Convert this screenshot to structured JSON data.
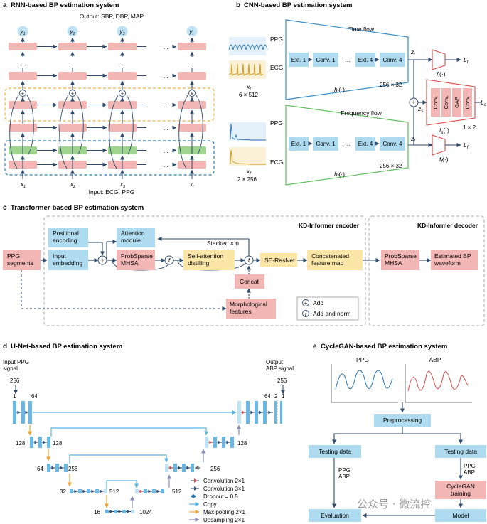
{
  "colors": {
    "pink": "#f2b7b5",
    "pinkStroke": "#d9807c",
    "green": "#9fd48f",
    "blue": "#bfe3f4",
    "blueBox": "#aedbf0",
    "yellow": "#fbe6a8",
    "arrow": "#2f4a6b",
    "orangeDash": "#f0b24a",
    "blueDash": "#2d7bb0",
    "timeFlow": "#3a8fc9",
    "freqFlow": "#5bbf5b",
    "headRed": "#d94b4b"
  },
  "panelA": {
    "label": "a",
    "title": "RNN-based BP estimation system",
    "output": "Output: SBP, DBP, MAP",
    "input": "Input: ECG, PPG",
    "ylabels": [
      "y",
      "y",
      "y",
      "y"
    ],
    "ysubs": [
      "1",
      "2",
      "3",
      "t"
    ],
    "xlabels": [
      "x",
      "x",
      "x",
      "x"
    ],
    "xsubs": [
      "1",
      "2",
      "3",
      "t"
    ],
    "dots": "..."
  },
  "panelB": {
    "label": "b",
    "title": "CNN-based BP estimation system",
    "timeFlow": "Time flow",
    "freqFlow": "Frequency flow",
    "ppg": "PPG",
    "ecg": "ECG",
    "xt": "x",
    "xtSub": "t",
    "xf": "x",
    "xfSub": "f",
    "dimTop": "6 × 512",
    "dimTopRight": "256 × 32",
    "dimBot": "2 × 256",
    "dimBotRight": "256 × 32",
    "blocks": [
      "Ext. 1",
      "Conv. 1",
      "...",
      "Ext. 4",
      "Conv. 4"
    ],
    "ht": "h",
    "htSub": "t",
    "hf": "h",
    "hfSub": "f",
    "fn": "(·)",
    "zt": "z",
    "ztSub": "t",
    "zf": "z",
    "zfSub": "f",
    "zs": "z",
    "zsSub": "s",
    "plus": "+",
    "ft": "f",
    "ftSub": "t",
    "ff": "f",
    "ffSub": "f",
    "fs": "f",
    "fsSub": "s",
    "Lt": "L",
    "LtSub": "t",
    "Lf": "L",
    "LfSub": "f",
    "Ls": "L",
    "LsSub": "s",
    "headBlocks": [
      "Conv.",
      "Conv.",
      "GAP",
      "Conv."
    ],
    "headDim": "1 × 2"
  },
  "panelC": {
    "label": "c",
    "title": "Transformer-based BP estimation system",
    "encoderTitle": "KD-Informer encoder",
    "decoderTitle": "KD-Informer decoder",
    "ppg": "PPG\nsegments",
    "posEnc": "Positional\nencoding",
    "inputEmb": "Input\nembedding",
    "attnMod": "Attention\nmodule",
    "probSparse": "ProbSparse\nMHSA",
    "selfAttn": "Self-attention\ndistilling",
    "stacked": "Stacked × n",
    "seResNet": "SE-ResNet",
    "concatFeat": "Concatenated\nfeature map",
    "concat": "Concat",
    "morph": "Morphological\nfeatures",
    "decProb": "ProbSparse\nMHSA",
    "estWave": "Estimated BP\nwaveform",
    "legendAdd": "Add",
    "legendAddNorm": "Add and norm",
    "plus": "+",
    "f": "f"
  },
  "panelD": {
    "label": "d",
    "title": "U-Net-based BP estimation system",
    "inputTitle": "Input PPG\nsignal",
    "outputTitle": "Output\nABP signal",
    "n256": "256",
    "n1": "1",
    "n64": "64",
    "n128": "128",
    "n256b": "256",
    "n32": "32",
    "n512": "512",
    "n16": "16",
    "n1024": "1024",
    "n64r": "64",
    "n2": "2",
    "n1r": "1",
    "n256r": "256",
    "legend": [
      "Convolution 2×1",
      "Convolution 3×1",
      "Dropout = 0.5",
      "Copy",
      "Max pooling 2×1",
      "Upsampling 2×1"
    ]
  },
  "panelE": {
    "label": "e",
    "title": "CycleGAN-based BP estimation system",
    "ppg": "PPG",
    "abp": "ABP",
    "preprocessing": "Preprocessing",
    "testingL": "Testing data",
    "testingR": "Testing data",
    "ppgabpL": "PPG\nABP",
    "ppgabpR": "PPG\nABP",
    "cyclegan": "CycleGAN\ntraining",
    "evaluation": "Evaluation",
    "model": "Model"
  },
  "watermark": "公众号 · 微流控"
}
